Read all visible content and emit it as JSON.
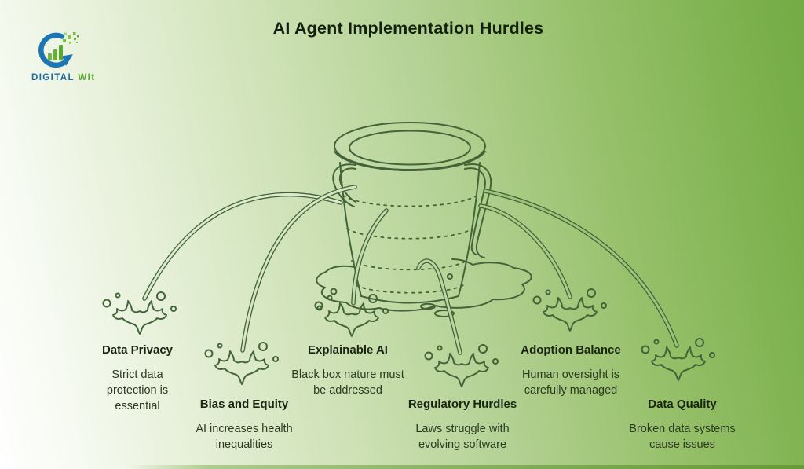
{
  "page": {
    "title": "AI Agent Implementation Hurdles"
  },
  "logo": {
    "brand_primary": "DIGITAL",
    "brand_secondary": "WIt"
  },
  "hurdles": [
    {
      "name": "Data Privacy",
      "description": "Strict data protection is essential"
    },
    {
      "name": "Bias and Equity",
      "description": "AI increases health inequalities"
    },
    {
      "name": "Explainable AI",
      "description": "Black box nature must be addressed"
    },
    {
      "name": "Regulatory Hurdles",
      "description": "Laws struggle with evolving software"
    },
    {
      "name": "Adoption Balance",
      "description": "Human oversight is carefully managed"
    },
    {
      "name": "Data Quality",
      "description": "Broken data systems cause issues"
    }
  ],
  "illustration": {
    "subject": "leaking bucket with six water streams and splashes",
    "splash_count": 6
  },
  "colors": {
    "background_left": "#ffffff",
    "background_right": "#73ab44",
    "line_art": "#436339",
    "title_text": "#13200e",
    "logo_blue": "#1b6aa0",
    "logo_green": "#58ab2e"
  }
}
